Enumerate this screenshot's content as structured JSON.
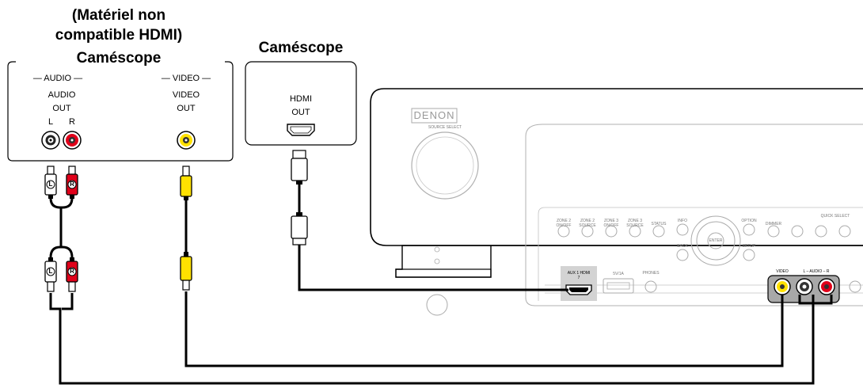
{
  "nonhdmi_device": {
    "title_line1": "(Matériel non",
    "title_line2": "compatible HDMI)",
    "title_line3": "Caméscope",
    "audio_group": "— AUDIO —",
    "video_group": "— VIDEO —",
    "audio_out_line1": "AUDIO",
    "audio_out_line2": "OUT",
    "left_label": "L",
    "right_label": "R",
    "video_out_line1": "VIDEO",
    "video_out_line2": "OUT"
  },
  "hdmi_device": {
    "title": "Caméscope",
    "hdmi_out_line1": "HDMI",
    "hdmi_out_line2": "OUT"
  },
  "receiver": {
    "brand": "DENON",
    "source_select": "SOURCE SELECT",
    "buttons": [
      "ZONE 2 ON/OFF",
      "ZONE 2 SOURCE",
      "ZONE 3 ON/OFF",
      "ZONE 3 SOURCE",
      "STATUS",
      "INFO",
      "OPTION",
      "DIMMER",
      "PHONES",
      "BACK",
      "SETUP"
    ],
    "enter": "ENTER",
    "quick_select": "QUICK SELECT",
    "aux_port_label": "AUX 1 HDMI 7",
    "usb_label": "5V/1A",
    "front_video_label": "VIDEO",
    "front_audio_label": "L – AUDIO – R",
    "plug_left": "L",
    "plug_right": "R"
  },
  "colors": {
    "audio_left": "#ffffff",
    "audio_right": "#e0001a",
    "video": "#ffe100",
    "cable": "#000000",
    "receiver_line": "#b0b0b0"
  }
}
